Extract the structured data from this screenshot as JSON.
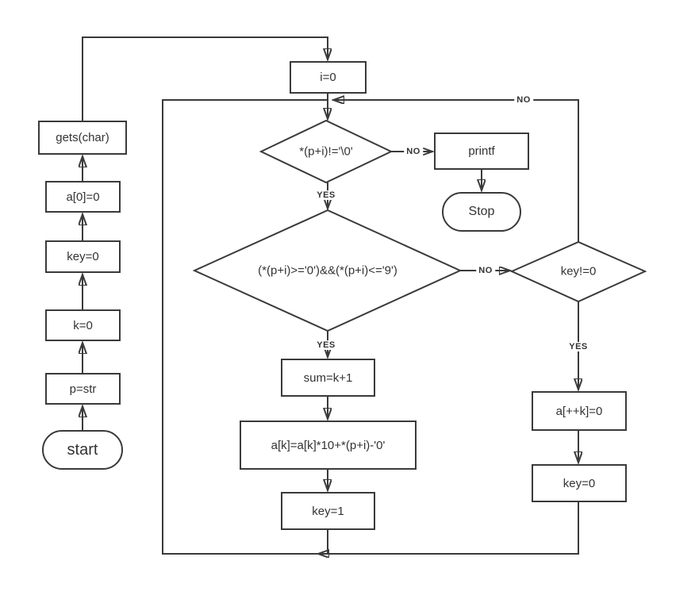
{
  "diagram_type": "flowchart",
  "colors": {
    "line": "#3a3a3a",
    "canvas": "#ffffff"
  },
  "nodes": {
    "start": "start",
    "p_str": "p=str",
    "k_0": "k=0",
    "key_0_init": "key=0",
    "a0_0": "a[0]=0",
    "gets_char": "gets(char)",
    "i_0": "i=0",
    "cond_not_end": "*(p+i)!='\\0'",
    "printf": "printf",
    "stop": "Stop",
    "cond_digit": "(*(p+i)>='0')&&(*(p+i)<='9')",
    "cond_key": "key!=0",
    "sum_k1": "sum=k+1",
    "accumulate": "a[k]=a[k]*10+*(p+i)-'0'",
    "key_1": "key=1",
    "a_inck_0": "a[++k]=0",
    "key_0_reset": "key=0"
  },
  "edge_labels": {
    "not_end_yes": "YES",
    "not_end_no": "NO",
    "digit_yes": "YES",
    "digit_no": "NO",
    "key_yes": "YES",
    "key_no": "NO"
  }
}
